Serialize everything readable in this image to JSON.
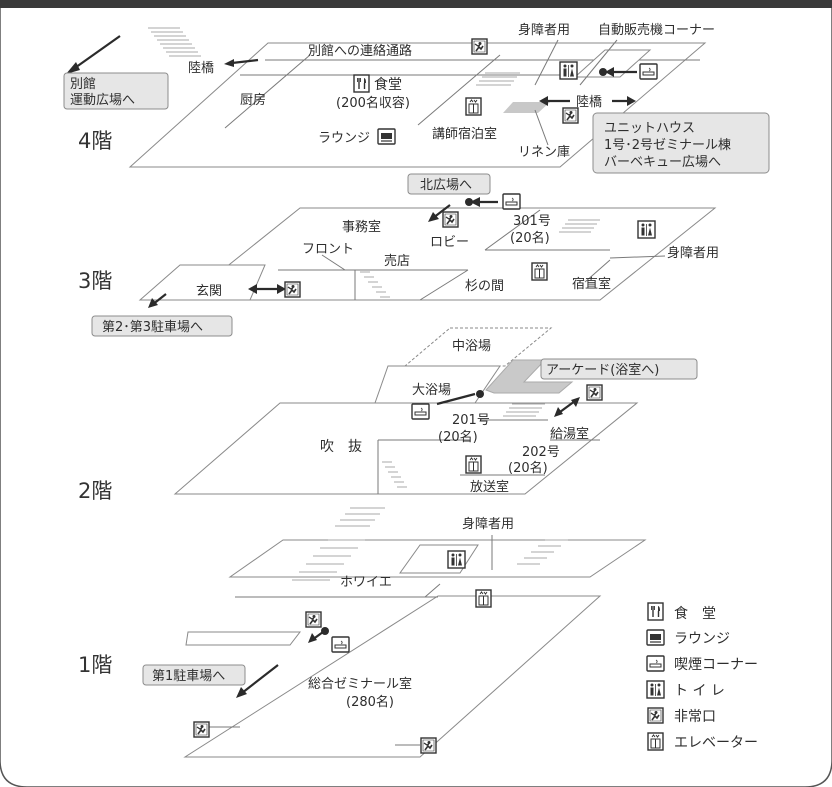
{
  "floors": {
    "f4": "4階",
    "f3": "3階",
    "f2": "2階",
    "f1": "1階"
  },
  "floor4": {
    "accessible_wc": "身障者用",
    "vending": "自動販売機コーナー",
    "annex_link": "別館への連絡通路",
    "bridge_left": "陸橋",
    "annex_badge_line1": "別館",
    "annex_badge_line2": "運動広場へ",
    "kitchen": "厨房",
    "dining": "食堂",
    "dining_capacity": "(200名収容)",
    "bridge_right": "陸橋",
    "lounge": "ラウンジ",
    "lecturer_room": "講師宿泊室",
    "linen": "リネン庫",
    "unit_line1": "ユニットハウス",
    "unit_line2": "1号･2号ゼミナール棟",
    "unit_line3": "バーベキュー広場へ"
  },
  "floor3": {
    "north_plaza": "北広場へ",
    "office": "事務室",
    "lobby": "ロビー",
    "room301": "301号",
    "room301_cap": "(20名)",
    "accessible_wc": "身障者用",
    "front": "フロント",
    "shop": "売店",
    "entrance": "玄関",
    "sugi": "杉の間",
    "night_duty": "宿直室",
    "parking_badge": "第2･第3駐車場へ"
  },
  "floor2": {
    "middle_bath": "中浴場",
    "arcade_badge": "アーケード(浴室へ)",
    "large_bath": "大浴場",
    "room201": "201号",
    "room201_cap": "(20名)",
    "hot_water": "給湯室",
    "atrium": "吹　抜",
    "room202": "202号",
    "room202_cap": "(20名)",
    "broadcast": "放送室"
  },
  "floor1": {
    "accessible_wc": "身障者用",
    "foyer": "ホワイエ",
    "parking_badge": "第1駐車場へ",
    "seminar": "総合ゼミナール室",
    "seminar_cap": "(280名)"
  },
  "legend": [
    {
      "icon": "dining-icon",
      "label": "食　堂"
    },
    {
      "icon": "lounge-icon",
      "label": "ラウンジ"
    },
    {
      "icon": "smoking-icon",
      "label": "喫煙コーナー"
    },
    {
      "icon": "toilet-icon",
      "label": "ト イ レ"
    },
    {
      "icon": "emergency-exit-icon",
      "label": "非常口"
    },
    {
      "icon": "elevator-icon",
      "label": "エレベーター"
    }
  ]
}
